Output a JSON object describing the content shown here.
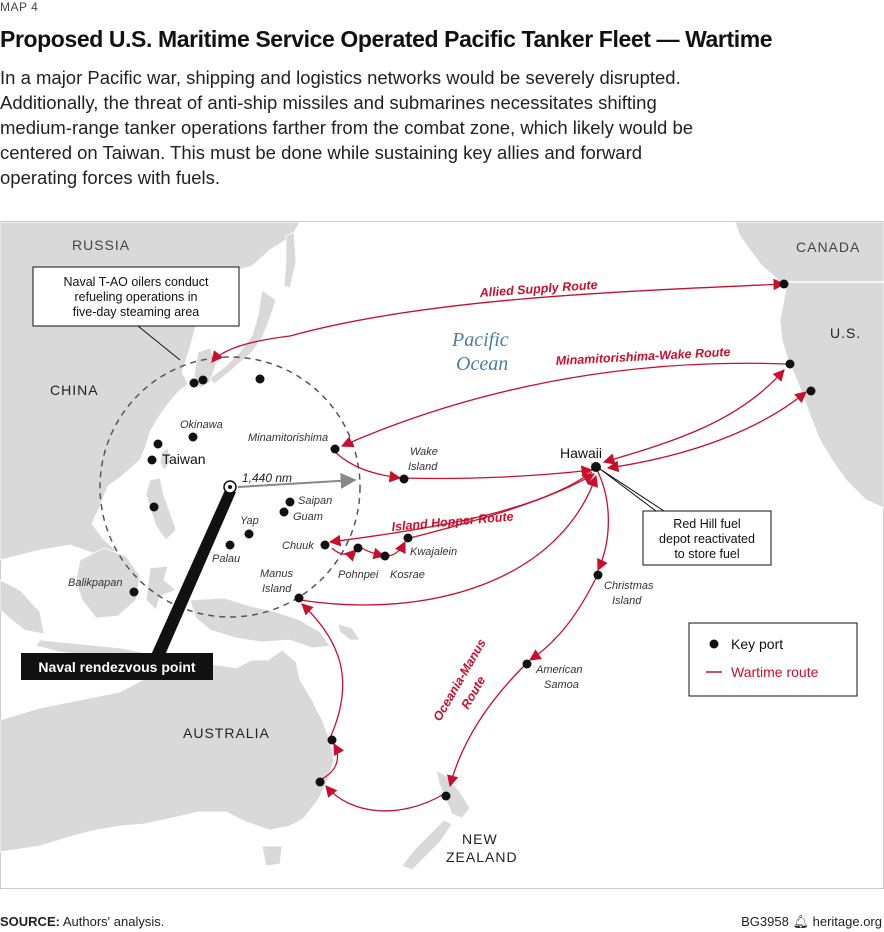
{
  "header": {
    "map_label": "MAP 4",
    "title": "Proposed U.S. Maritime Service Operated Pacific Tanker Fleet — Wartime",
    "description_lines": [
      "In a major Pacific war, shipping and logistics networks would be severely disrupted.",
      "Additionally, the threat of anti-ship missiles and submarines necessitates shifting",
      "medium-range tanker operations farther from the combat zone, which likely would be",
      "centered on Taiwan. This must be done while sustaining key allies and forward",
      "operating forces with fuels."
    ]
  },
  "map": {
    "colors": {
      "ocean": "#ffffff",
      "land": "#d9d9d9",
      "route": "#c8102e",
      "port": "#111111",
      "ocean_label": "#4a7da0",
      "region": "#444444"
    },
    "regions": [
      "RUSSIA",
      "CANADA",
      "CHINA",
      "U.S.",
      "AUSTRALIA",
      "NEW",
      "ZEALAND"
    ],
    "ocean_label_lines": [
      "Pacific",
      "Ocean"
    ],
    "ports": [
      "Okinawa",
      "Taiwan",
      "Minamitorishima",
      "Wake",
      "Island",
      "Hawaii",
      "Saipan",
      "Guam",
      "Yap",
      "Palau",
      "Chuuk",
      "Pohnpei",
      "Kosrae",
      "Kwajalein",
      "Manus",
      "Island",
      "Balikpapan",
      "Christmas",
      "Island",
      "American",
      "Samoa"
    ],
    "routes": [
      "Allied Supply Route",
      "Minamitorishima-Wake Route",
      "Island Hopper Route",
      "Oceania-Manus",
      "Route"
    ],
    "distance_label": "1,440 nm",
    "callouts": {
      "naval_oilers": [
        "Naval T-AO oilers conduct",
        "refueling operations in",
        "five-day steaming area"
      ],
      "red_hill": [
        "Red Hill fuel",
        "depot reactivated",
        "to store fuel"
      ],
      "rendezvous": "Naval rendezvous point"
    },
    "legend": {
      "key_port": "Key port",
      "wartime_route": "Wartime route"
    }
  },
  "footer": {
    "source_label": "SOURCE:",
    "source_text": "Authors' analysis.",
    "report_id": "BG3958",
    "site": "heritage.org"
  }
}
